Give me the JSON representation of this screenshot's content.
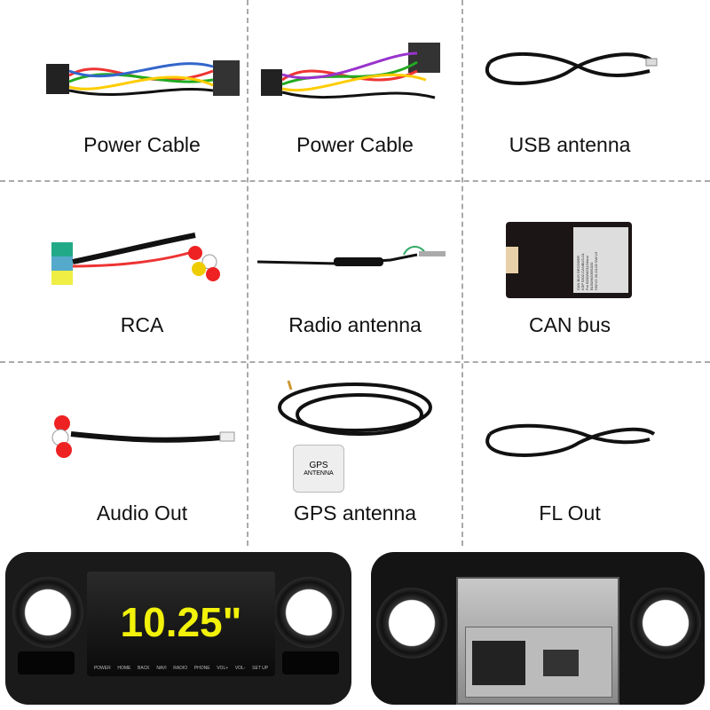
{
  "items": [
    {
      "label": "Power Cable",
      "icon": "wiring-harness"
    },
    {
      "label": "Power Cable",
      "icon": "wiring-harness"
    },
    {
      "label": "USB antenna",
      "icon": "usb-cable"
    },
    {
      "label": "RCA",
      "icon": "rca-harness"
    },
    {
      "label": "Radio antenna",
      "icon": "antenna-cable"
    },
    {
      "label": "CAN bus",
      "icon": "canbus-box"
    },
    {
      "label": "Audio Out",
      "icon": "audio-cable"
    },
    {
      "label": "GPS antenna",
      "icon": "gps-antenna"
    },
    {
      "label": "FL Out",
      "icon": "cable"
    }
  ],
  "canbus_card": [
    "CAN BUS DECODER",
    "KSP 5302-CANBUS-01",
    "For B200/W211/Viano",
    "B150/W209/S320",
    "HW:V2 20-10-09 SW:V3"
  ],
  "gps_card": {
    "title": "GPS",
    "subtitle": "ANTENNA"
  },
  "front_unit": {
    "screen_size": "10.25\"",
    "buttons": [
      "POWER",
      "HOME",
      "BACK",
      "NAVI",
      "RADIO",
      "PHONE",
      "VOL+",
      "VOL-",
      "SET UP"
    ]
  },
  "colors": {
    "screen_text": "#f2f20a",
    "divider": "#aaaaaa"
  }
}
